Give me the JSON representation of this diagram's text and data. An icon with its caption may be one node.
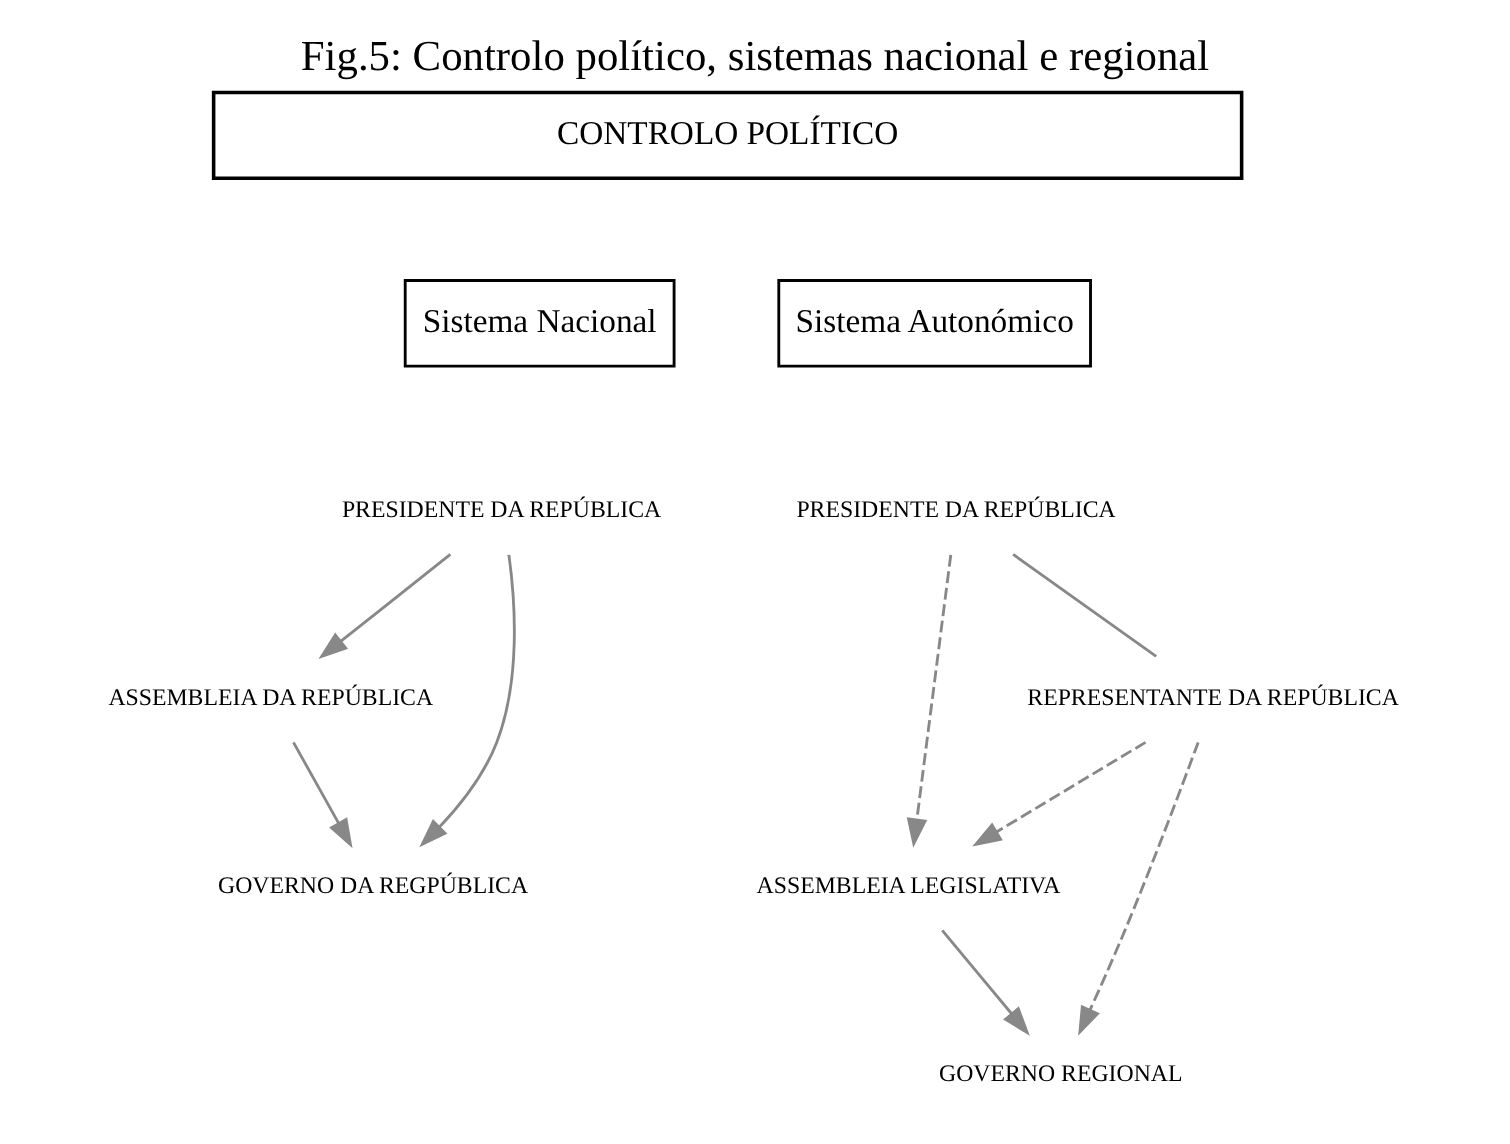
{
  "diagram": {
    "title": "Fig.5: Controlo político, sistemas nacional e regional",
    "nodes": [
      {
        "text": [
          "CONTROLO POLÍTICO"
        ]
      },
      {
        "text": [
          "Sistema Nacional"
        ]
      },
      {
        "text": [
          "PRESIDENTE DA REPÚBLICA"
        ]
      },
      {
        "text": [
          "ASSEMBLEIA DA REPÚBLICA"
        ]
      },
      {
        "text": [
          "GOVERNO DA REGPÚBLICA"
        ]
      },
      {
        "text": [
          "Sistema Autonómico"
        ]
      },
      {
        "text": [
          "PRESIDENTE DA REPÚBLICA"
        ]
      },
      {
        "text": [
          "REPRESENTANTE DA REPÚBLICA"
        ]
      },
      {
        "text": [
          "ASSEMBLEIA LEGISLATIVA"
        ]
      },
      {
        "text": [
          "GOVERNO REGIONAL"
        ]
      }
    ],
    "edges": [
      {
        "from": 2,
        "to": 3,
        "arrow": "to"
      },
      {
        "from": 2,
        "to": 4,
        "arrow": "to"
      },
      {
        "from": 3,
        "to": 4,
        "arrow": "to"
      },
      {
        "from": 6,
        "to": 8,
        "arrow": "to",
        "style": "dashed"
      },
      {
        "from": 6,
        "to": 7,
        "arrow": "none"
      },
      {
        "from": 7,
        "to": 8,
        "arrow": "to",
        "style": "dashed"
      },
      {
        "from": 7,
        "to": 9,
        "arrow": "to",
        "style": "dashed"
      },
      {
        "from": 8,
        "to": 9,
        "arrow": "to"
      }
    ]
  }
}
